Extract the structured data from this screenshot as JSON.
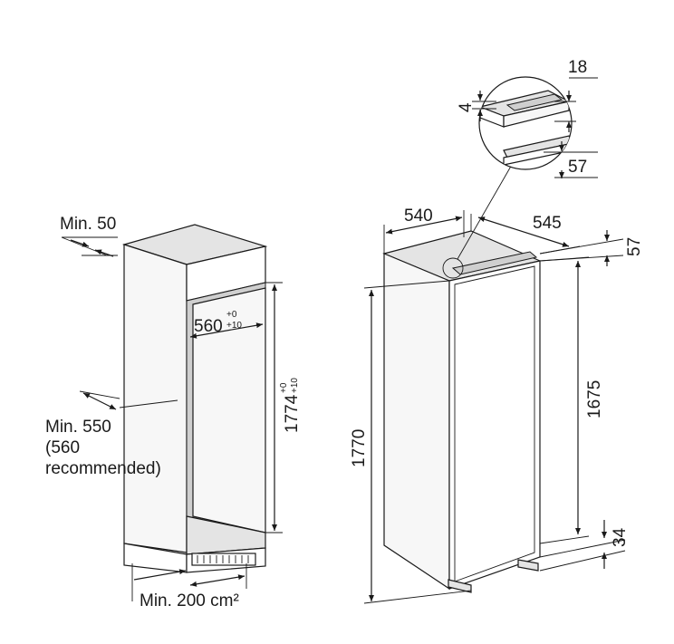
{
  "left_niche": {
    "min_gap": "Min. 50",
    "width": "560",
    "width_tol_top": "+0",
    "width_tol_bottom": "+10",
    "height": "1774",
    "height_tol_top": "+0",
    "height_tol_bottom": "+10",
    "depth_line1": "Min. 550",
    "depth_line2": "(560",
    "depth_line3": "recommended)",
    "vent": "Min. 200 cm²"
  },
  "right_appliance": {
    "width": "540",
    "depth": "545",
    "top_gap": "57",
    "door_height": "1675",
    "total_height": "1770",
    "plinth": "34"
  },
  "detail": {
    "dim_18": "18",
    "dim_4": "4",
    "dim_57": "57"
  }
}
